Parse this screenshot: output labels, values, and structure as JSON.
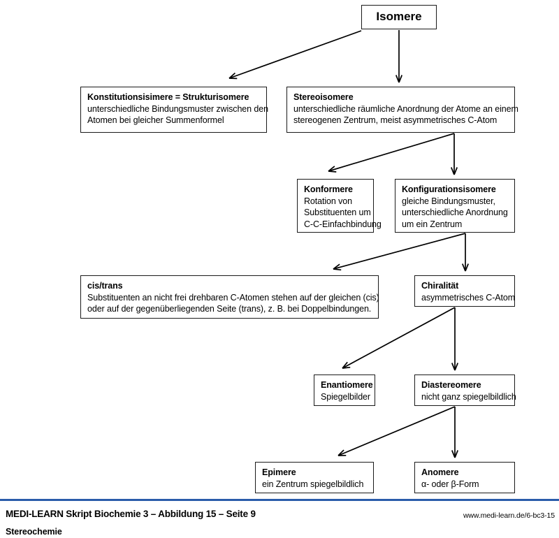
{
  "diagram": {
    "type": "flowchart",
    "title": "Isomere",
    "nodes": [
      {
        "id": "isomere",
        "title": "Isomere",
        "lines": []
      },
      {
        "id": "konstitution",
        "title": "Konstitutionsisimere = Strukturisomere",
        "lines": [
          "unterschiedliche Bindungsmuster zwischen den",
          "Atomen bei gleicher Summenformel"
        ]
      },
      {
        "id": "stereoisomere",
        "title": "Stereoisomere",
        "lines": [
          "unterschiedliche räumliche Anordnung der Atome an einem",
          "stereogenen Zentrum, meist asymmetrisches C-Atom"
        ]
      },
      {
        "id": "konformere",
        "title": "Konformere",
        "lines": [
          "Rotation von",
          "Substituenten um",
          "C-C-Einfachbindung"
        ]
      },
      {
        "id": "konfiguration",
        "title": "Konfigurationsisomere",
        "lines": [
          "gleiche Bindungsmuster,",
          "unterschiedliche Anordnung",
          "um ein Zentrum"
        ]
      },
      {
        "id": "cistrans",
        "title": "cis/trans",
        "lines": [
          "Substituenten an nicht frei drehbaren C-Atomen stehen auf der gleichen (cis)",
          "oder auf der gegenüberliegenden Seite (trans), z. B. bei Doppelbindungen."
        ]
      },
      {
        "id": "chiralitaet",
        "title": "Chiralität",
        "lines": [
          "asymmetrisches C-Atom"
        ]
      },
      {
        "id": "enantiomere",
        "title": "Enantiomere",
        "lines": [
          "Spiegelbilder"
        ]
      },
      {
        "id": "diastereomere",
        "title": "Diastereomere",
        "lines": [
          "nicht ganz spiegelbildlich"
        ]
      },
      {
        "id": "epimere",
        "title": "Epimere",
        "lines": [
          "ein Zentrum spiegelbildlich"
        ]
      },
      {
        "id": "anomere",
        "title": "Anomere",
        "lines": [
          "α- oder  β-Form"
        ]
      }
    ],
    "edges": [
      {
        "from": "isomere",
        "to": "konstitution",
        "style": "diagonal-left"
      },
      {
        "from": "isomere",
        "to": "stereoisomere",
        "style": "vertical"
      },
      {
        "from": "stereoisomere",
        "to": "konformere",
        "style": "diagonal-left"
      },
      {
        "from": "stereoisomere",
        "to": "konfiguration",
        "style": "vertical"
      },
      {
        "from": "konfiguration",
        "to": "cistrans",
        "style": "diagonal-left"
      },
      {
        "from": "konfiguration",
        "to": "chiralitaet",
        "style": "vertical"
      },
      {
        "from": "chiralitaet",
        "to": "enantiomere",
        "style": "diagonal-left"
      },
      {
        "from": "chiralitaet",
        "to": "diastereomere",
        "style": "vertical"
      },
      {
        "from": "diastereomere",
        "to": "epimere",
        "style": "diagonal-left"
      },
      {
        "from": "diastereomere",
        "to": "anomere",
        "style": "vertical"
      }
    ]
  },
  "colors": {
    "box_border": "#1a1a1a",
    "arrow": "#000000",
    "footer_rule": "#2a5caa",
    "background": "#ffffff"
  },
  "footer": {
    "main": "MEDI-LEARN Skript Biochemie 3 – Abbildung 15 – Seite 9",
    "url": "www.medi-learn.de/6-bc3-15",
    "subtitle": "Stereochemie"
  }
}
